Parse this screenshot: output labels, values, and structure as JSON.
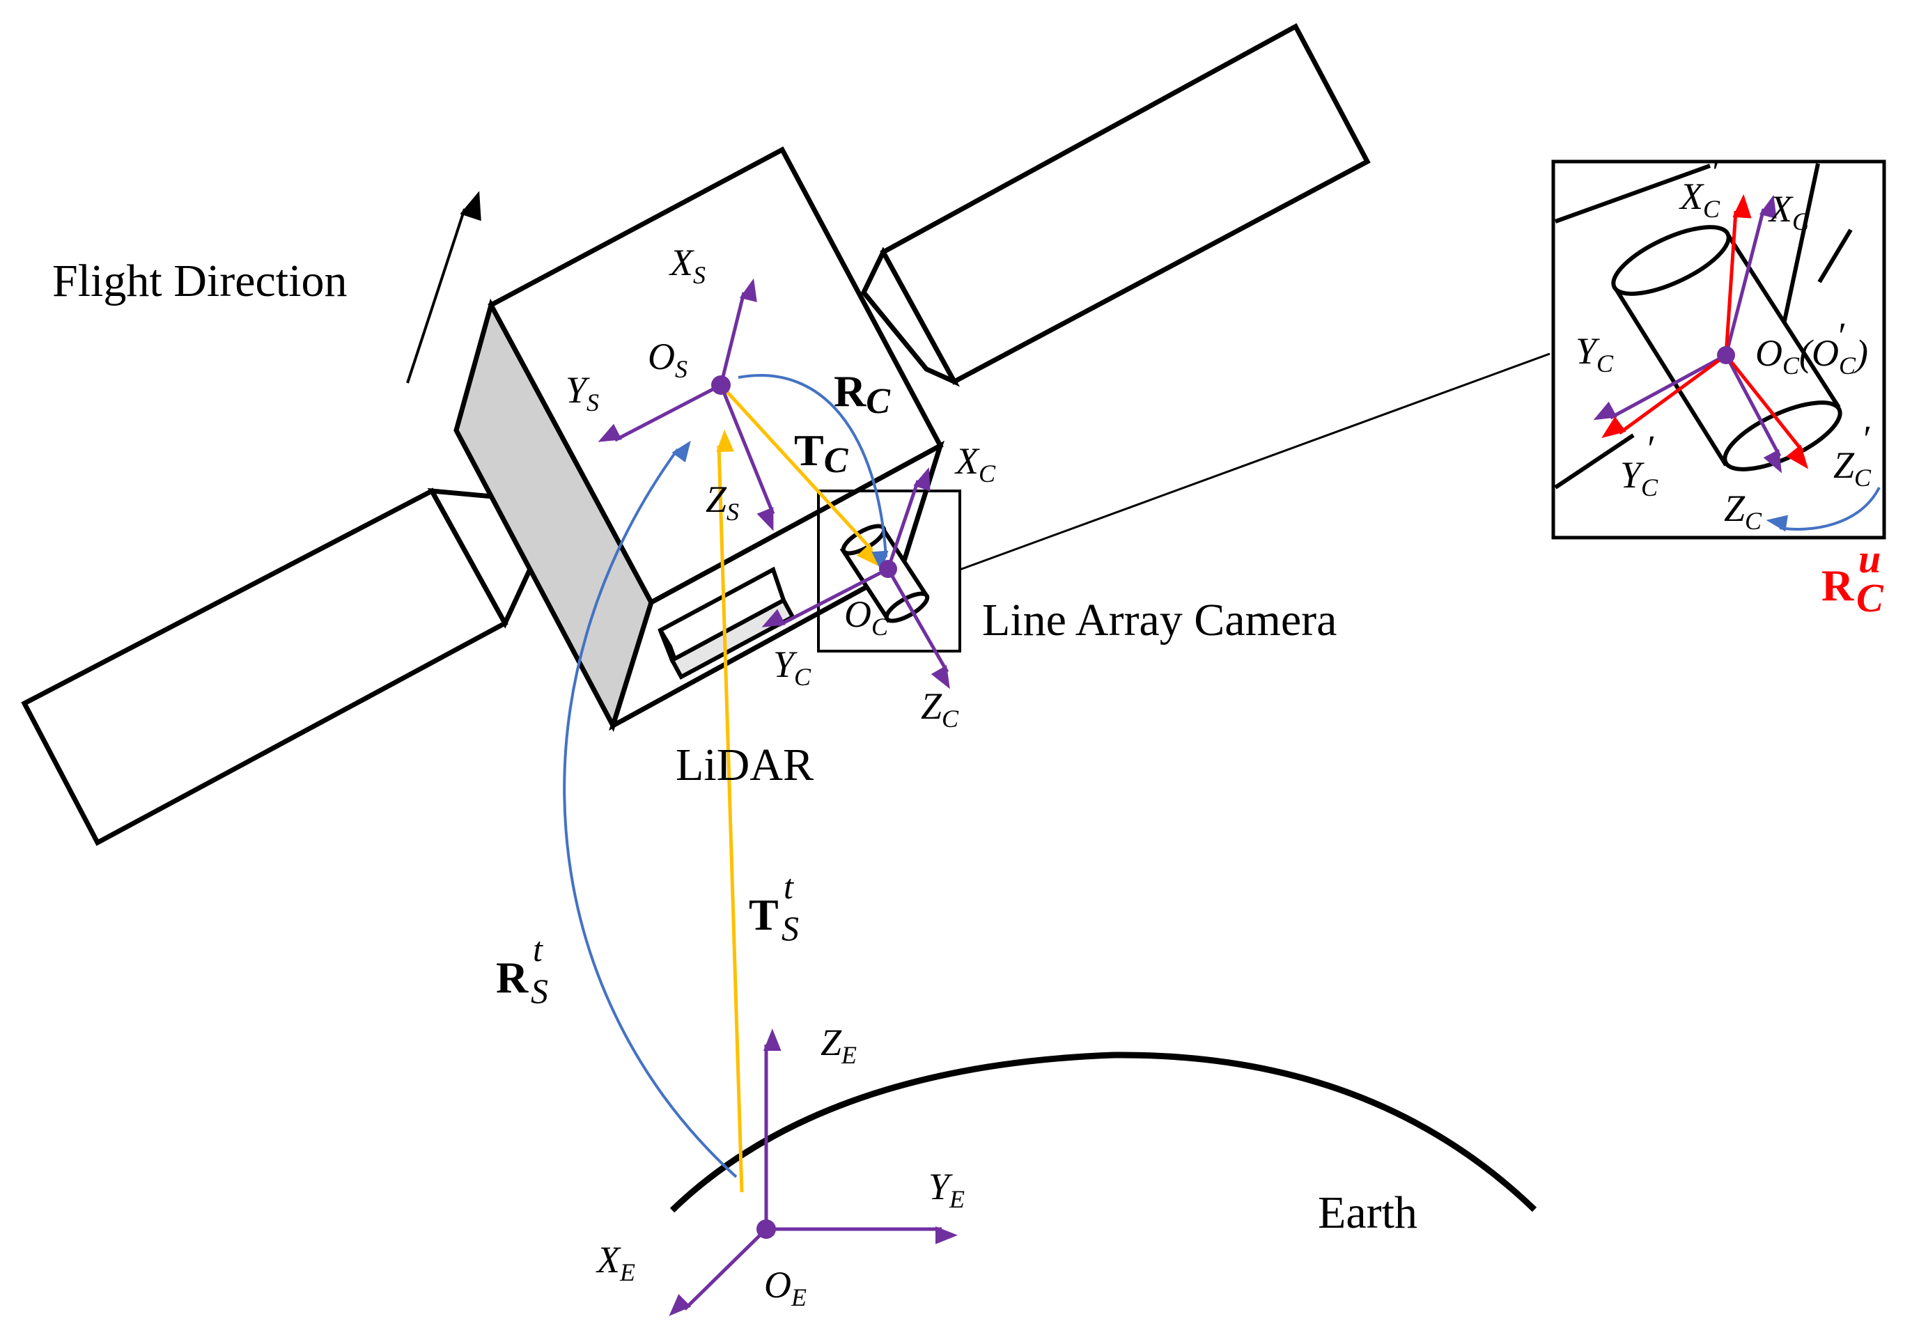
{
  "labels": {
    "flight_direction": "Flight Direction",
    "line_array_camera": "Line Array Camera",
    "lidar": "LiDAR",
    "earth": "Earth"
  },
  "axes": {
    "satellite": {
      "origin": "O",
      "origin_sub": "S",
      "x": "X",
      "x_sub": "S",
      "y": "Y",
      "y_sub": "S",
      "z": "Z",
      "z_sub": "S"
    },
    "camera": {
      "origin": "O",
      "origin_sub": "C",
      "x": "X",
      "x_sub": "C",
      "y": "Y",
      "y_sub": "C",
      "z": "Z",
      "z_sub": "C"
    },
    "earth": {
      "origin": "O",
      "origin_sub": "E",
      "x": "X",
      "x_sub": "E",
      "y": "Y",
      "y_sub": "E",
      "z": "Z",
      "z_sub": "E"
    },
    "inset": {
      "origin": "O",
      "origin_sub": "C",
      "origin_prime_open": "(O",
      "origin_prime_sub": "C",
      "origin_prime_close": ")",
      "x": "X",
      "x_sub": "C",
      "y": "Y",
      "y_sub": "C",
      "z": "Z",
      "z_sub": "C",
      "x_prime": "X",
      "x_prime_sub": "C",
      "y_prime": "Y",
      "y_prime_sub": "C",
      "z_prime": "Z",
      "z_prime_sub": "C",
      "prime": "′"
    }
  },
  "transforms": {
    "r_c": "R",
    "r_c_sub": "C",
    "t_c": "T",
    "t_c_sub": "C",
    "t_s_t": "T",
    "t_s_t_sub": "S",
    "t_s_t_sup": "t",
    "r_s_t": "R",
    "r_s_t_sub": "S",
    "r_s_t_sup": "t",
    "r_c_u": "R",
    "r_c_u_sub": "C",
    "r_c_u_sup": "u"
  },
  "colors": {
    "axis": "#7030a0",
    "rotation": "#4472c4",
    "translation": "#ffc000",
    "correction": "#ff0000",
    "outline": "#000000",
    "side_panel": "#d0d0d0"
  }
}
